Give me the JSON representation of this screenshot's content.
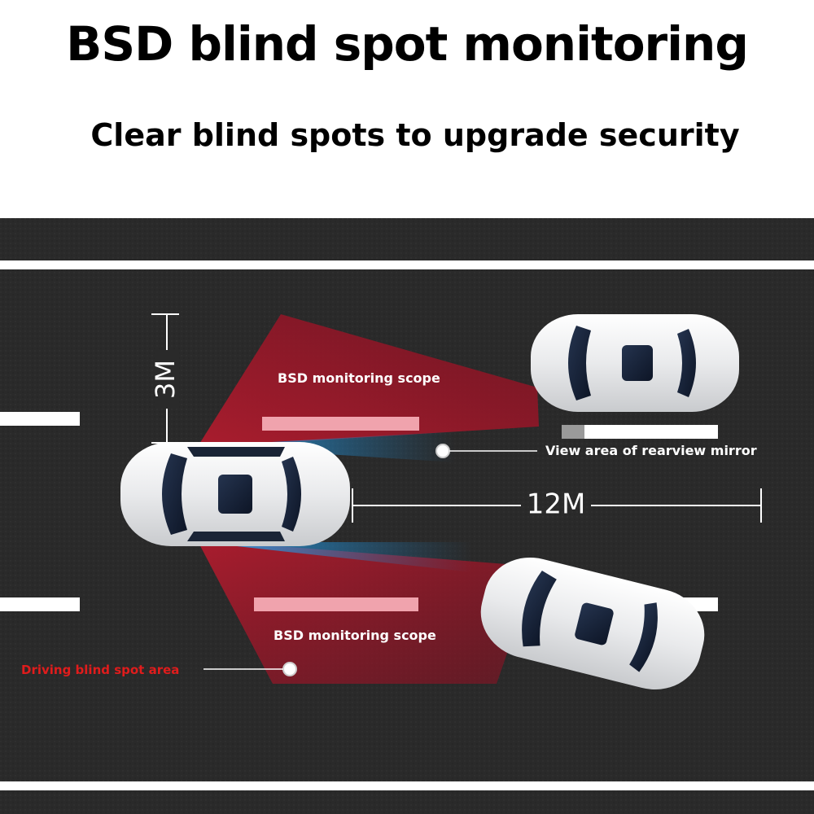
{
  "header": {
    "title": "BSD blind spot monitoring",
    "subtitle": "Clear blind spots to upgrade security"
  },
  "diagram": {
    "label_scope_top": "BSD monitoring scope",
    "label_scope_bottom": "BSD monitoring scope",
    "label_mirror_view": "View area of rearview mirror",
    "label_blind_spot": "Driving blind spot area",
    "label_width": "3M",
    "label_length": "12M"
  },
  "colors": {
    "road": "#2a2a2a",
    "lane_line": "#ffffff",
    "scope_red": "#a0192a",
    "mirror_blue": "#1b8fd6",
    "zone_bar": "#f0a3ad",
    "blind_spot_label": "#e01c1c"
  }
}
